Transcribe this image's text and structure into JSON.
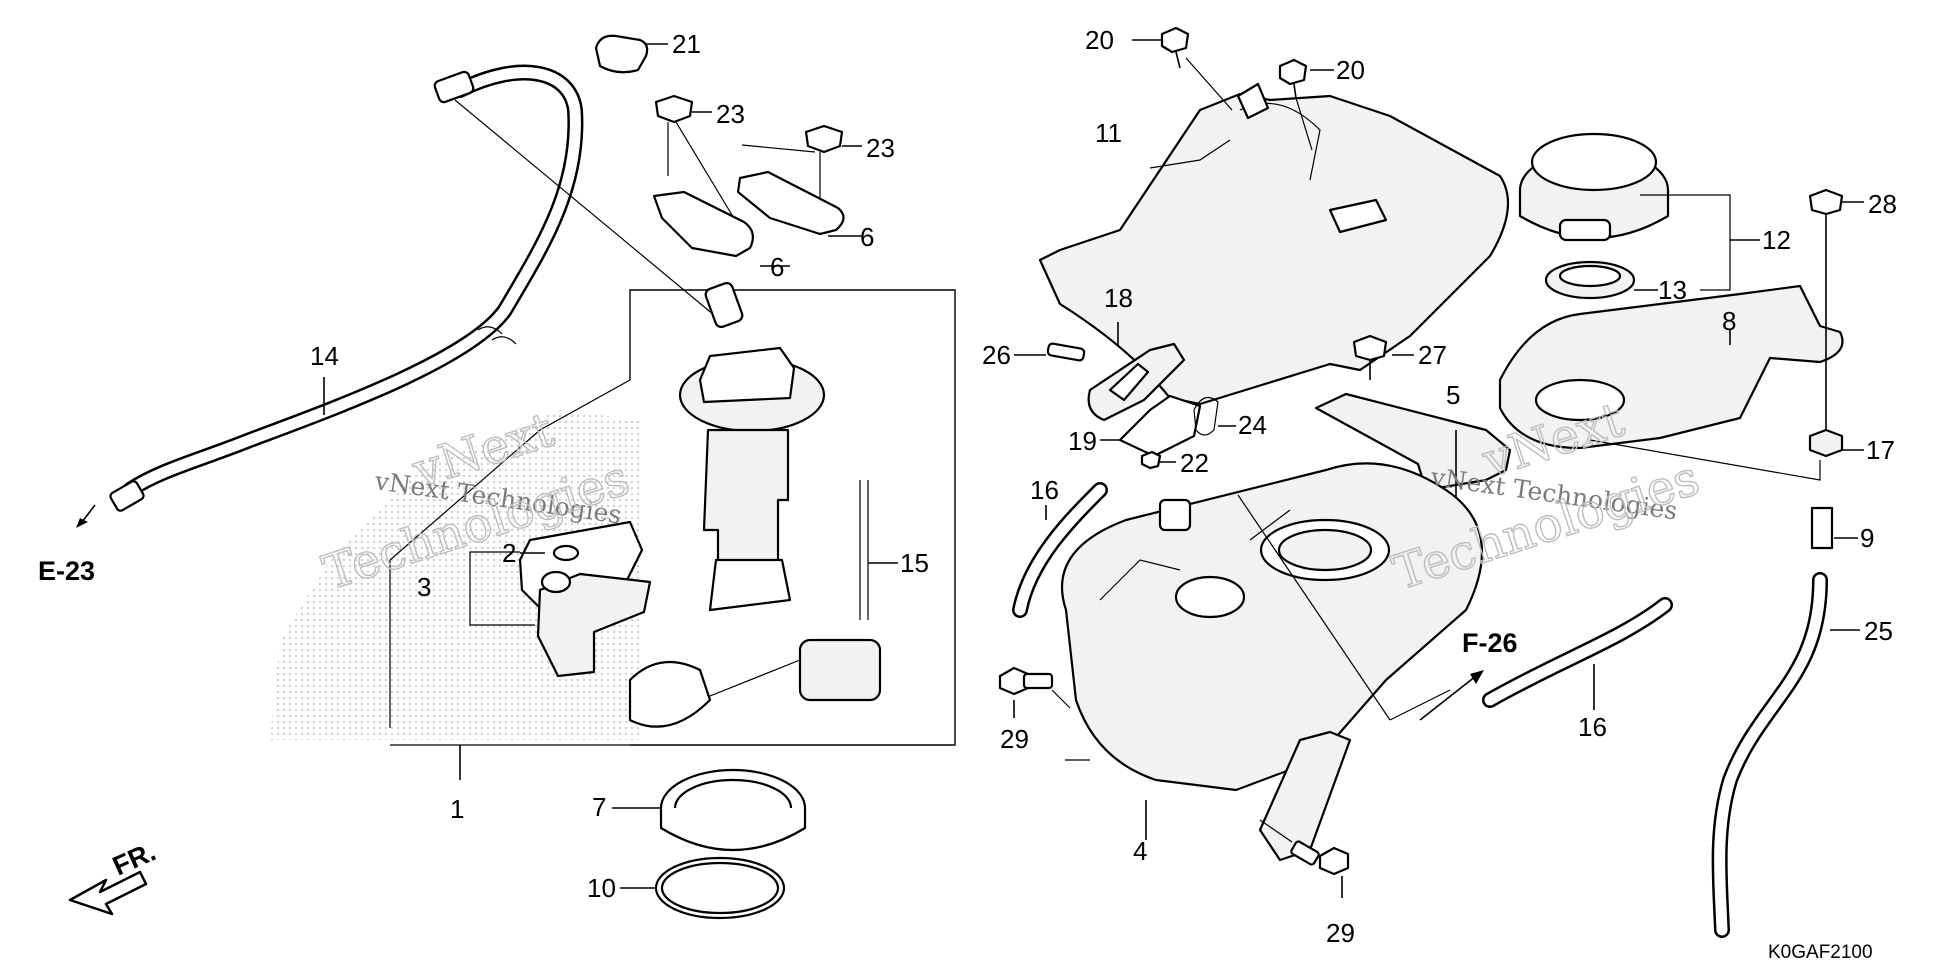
{
  "diagram": {
    "callouts": {
      "c1": "1",
      "c2": "2",
      "c3": "3",
      "c4": "4",
      "c5": "5",
      "c6a": "6",
      "c6b": "6",
      "c7": "7",
      "c8": "8",
      "c9": "9",
      "c10": "10",
      "c11": "11",
      "c12": "12",
      "c13": "13",
      "c14": "14",
      "c15": "15",
      "c16a": "16",
      "c16b": "16",
      "c17": "17",
      "c18": "18",
      "c19": "19",
      "c20a": "20",
      "c20b": "20",
      "c21": "21",
      "c22": "22",
      "c23a": "23",
      "c23b": "23",
      "c24": "24",
      "c25": "25",
      "c26": "26",
      "c27": "27",
      "c28": "28",
      "c29a": "29",
      "c29b": "29"
    },
    "references": {
      "e23": "E-23",
      "f26": "F-26",
      "front": "FR."
    },
    "diagram_code": "K0GAF2100",
    "watermarks": {
      "text_left": "vNext Technologies",
      "text_right": "vNext Technologies",
      "outline_left_a": "vNext",
      "outline_left_b": "Technologies",
      "outline_right_a": "vNext",
      "outline_right_b": "Technologies"
    }
  }
}
